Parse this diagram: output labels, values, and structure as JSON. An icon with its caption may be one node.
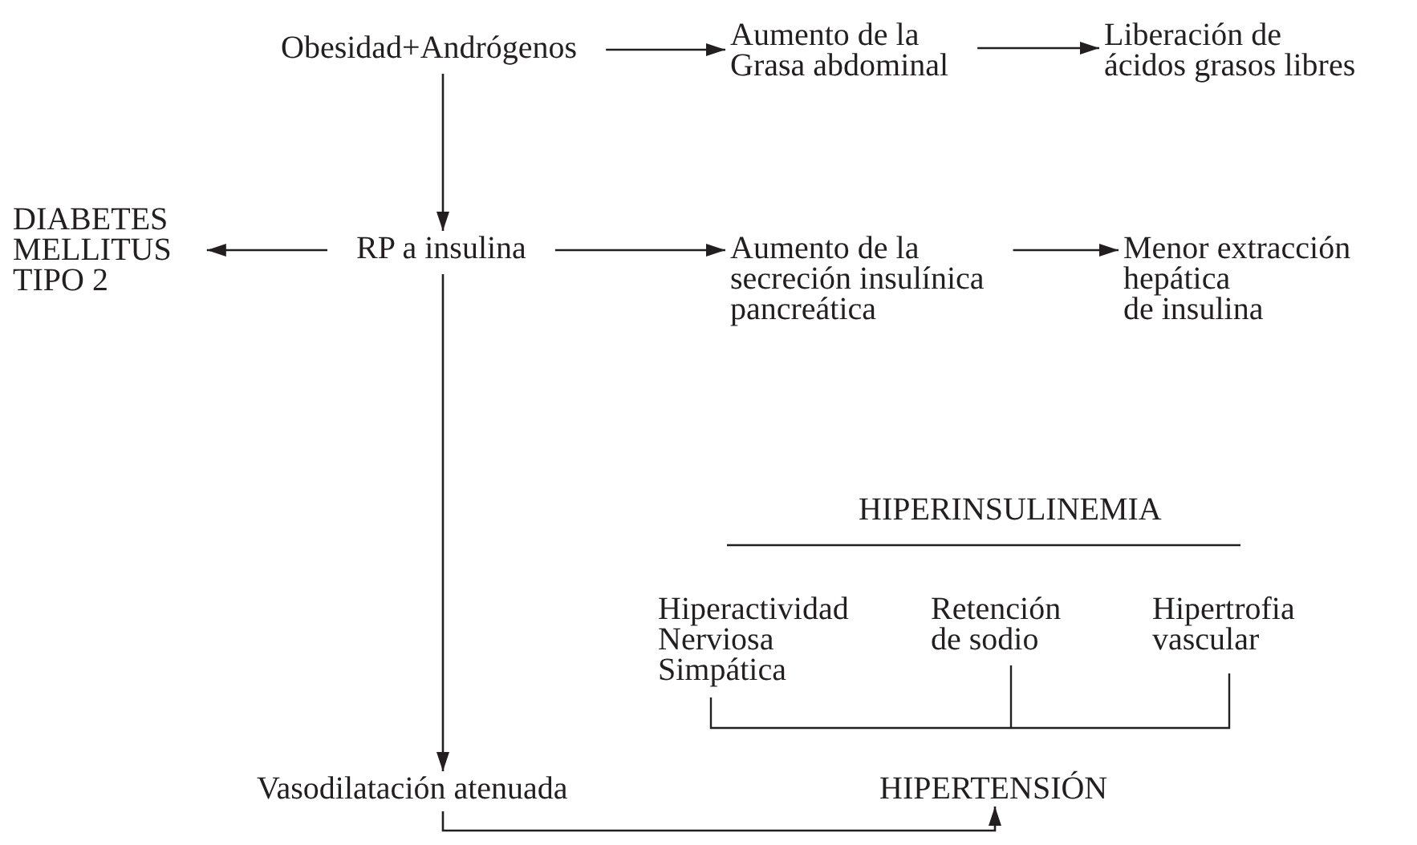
{
  "diagram": {
    "nodes": [
      {
        "text": [
          "Obesidad+Andrógenos"
        ]
      },
      {
        "text": [
          "Aumento de la Grasa abdominal"
        ]
      },
      {
        "text": [
          "Liberación de ácidos grasos libres"
        ]
      },
      {
        "text": [
          "DIABETES MELLITUS TIPO 2"
        ]
      },
      {
        "text": [
          "RP a insulina"
        ]
      },
      {
        "text": [
          "Aumento de la secreción insulínica pancreática"
        ]
      },
      {
        "text": [
          "Menor extracción hepática de insulina"
        ]
      },
      {
        "text": [
          "Vasodilatación atenuada"
        ]
      },
      {
        "text": [
          "HIPERTENSIÓN"
        ]
      }
    ],
    "edges": [
      {
        "from": 0,
        "to": 1,
        "arrow": "to"
      },
      {
        "from": 1,
        "to": 2,
        "arrow": "to"
      },
      {
        "from": 0,
        "to": 4,
        "arrow": "to"
      },
      {
        "from": 4,
        "to": 3,
        "arrow": "to"
      },
      {
        "from": 4,
        "to": 5,
        "arrow": "to"
      },
      {
        "from": 5,
        "to": 6,
        "arrow": "to"
      },
      {
        "from": 4,
        "to": 7,
        "arrow": "to"
      },
      {
        "from": 7,
        "to": 8,
        "arrow": "to"
      }
    ],
    "labels": [
      "HIPERINSULINEMIA",
      "Hiperactividad Nerviosa Simpática",
      "Retención de sodio",
      "Hipertrofia vascular"
    ]
  }
}
